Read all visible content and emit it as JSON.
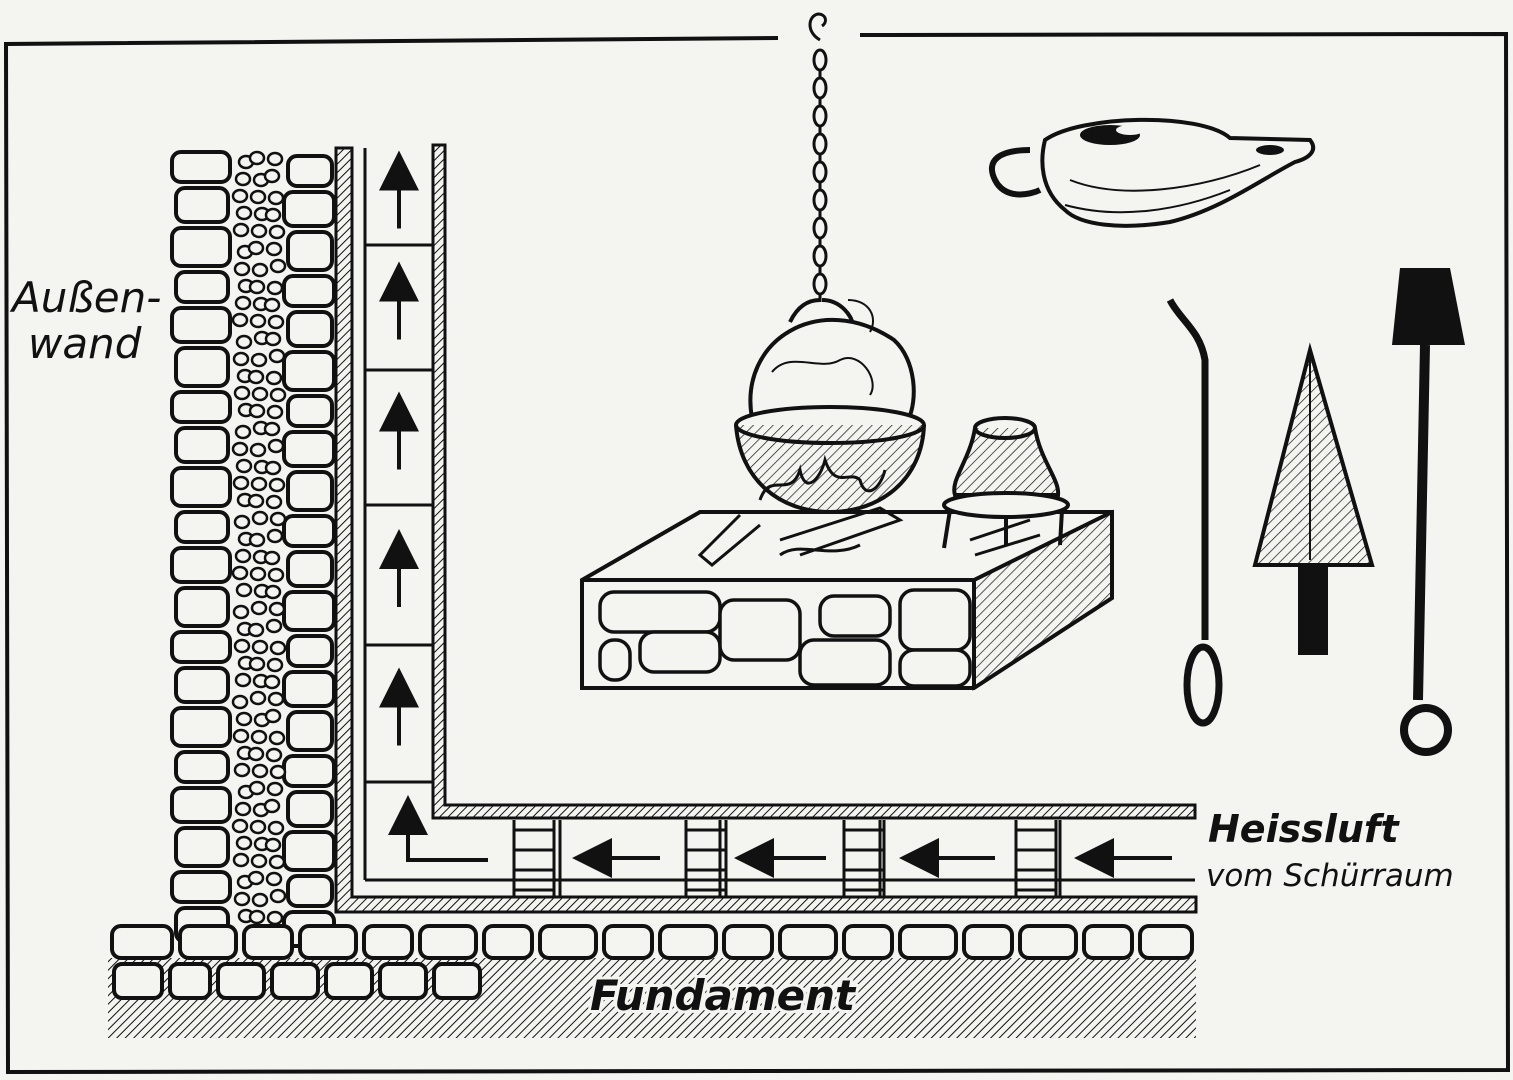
{
  "labels": {
    "outer_wall_line1": "Außen-",
    "outer_wall_line2": "wand",
    "hot_air_line1": "Heissluft",
    "hot_air_line2": "vom Schürraum",
    "foundation": "Fundament"
  },
  "colors": {
    "ink": "#111111",
    "paper": "#f4f4f1",
    "stone_fill": "#f4f4f1",
    "foundation_fill": "#3a3a3a"
  },
  "icons": {
    "oil_lamp": "oil-lamp-icon",
    "fire_tongs": "fire-hook-icon",
    "trowel": "trowel-icon",
    "fire_shovel": "fire-shovel-icon",
    "cauldron": "hanging-cauldron-icon",
    "small_pot": "small-pot-icon"
  }
}
